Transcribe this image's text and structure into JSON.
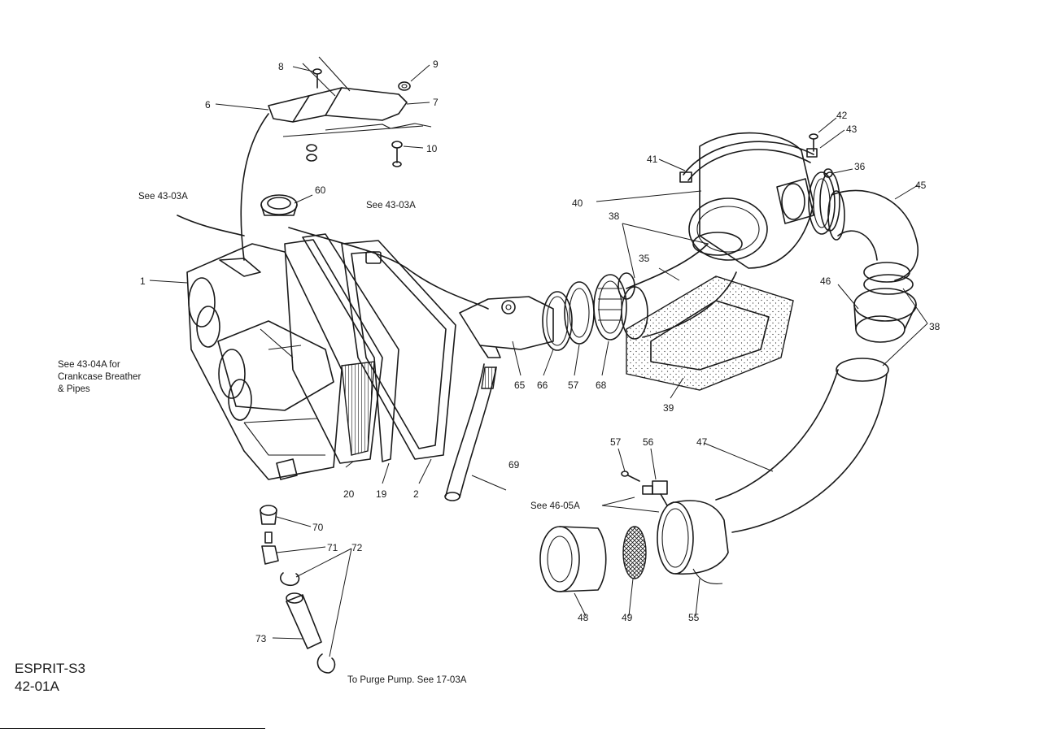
{
  "diagram": {
    "title_lines": [
      "ESPRIT-S3",
      "42-01A"
    ],
    "part_numbers": {
      "p1": "1",
      "p2": "2",
      "p6": "6",
      "p7": "7",
      "p8": "8",
      "p9": "9",
      "p10": "10",
      "p19": "19",
      "p20": "20",
      "p35": "35",
      "p36": "36",
      "p38a": "38",
      "p38b": "38",
      "p39": "39",
      "p40": "40",
      "p41": "41",
      "p42": "42",
      "p43": "43",
      "p45": "45",
      "p46": "46",
      "p47": "47",
      "p48": "48",
      "p49": "49",
      "p55": "55",
      "p56": "56",
      "p57a": "57",
      "p57b": "57",
      "p60": "60",
      "p65": "65",
      "p66": "66",
      "p68": "68",
      "p69": "69",
      "p70": "70",
      "p71": "71",
      "p72": "72",
      "p73": "73"
    },
    "notes": {
      "see_4303_left": "See 43-03A",
      "see_4303_mid": "See 43-03A",
      "see_4304_line1": "See 43-04A for",
      "see_4304_line2": "Crankcase Breather",
      "see_4304_line3": "& Pipes",
      "see_4605": "See 46-05A",
      "purge": "To Purge Pump. See 17-03A"
    }
  }
}
